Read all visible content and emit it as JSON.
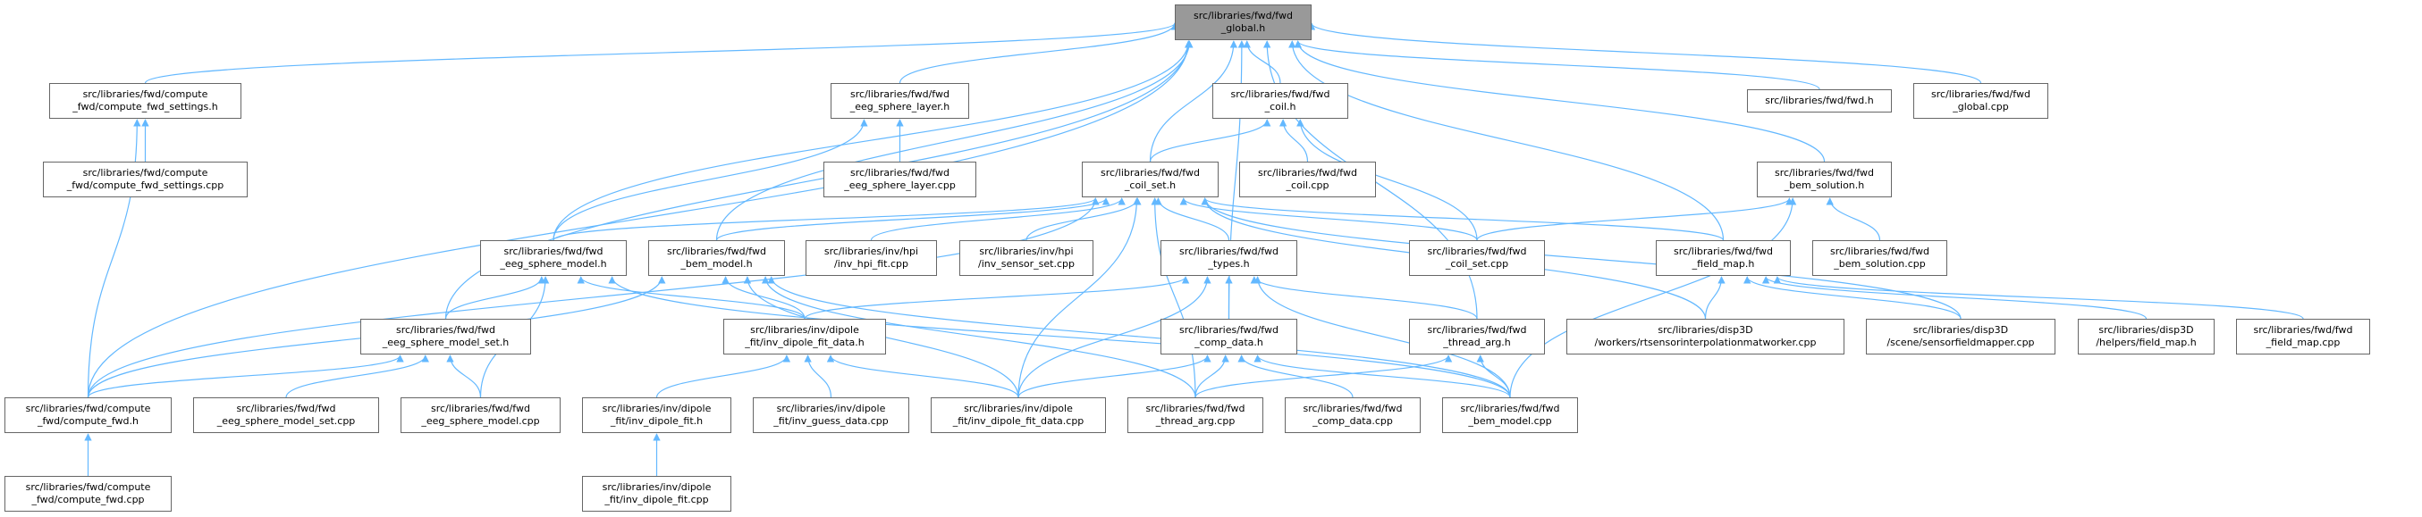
{
  "colors": {
    "edge": "#63b8ff",
    "root_fill": "#999999",
    "node_border": "#666666"
  },
  "nodes": {
    "global_h": "src/libraries/fwd/fwd\n_global.h",
    "settings_h": "src/libraries/fwd/compute\n_fwd/compute_fwd_settings.h",
    "settings_cpp": "src/libraries/fwd/compute\n_fwd/compute_fwd_settings.cpp",
    "layer_h": "src/libraries/fwd/fwd\n_eeg_sphere_layer.h",
    "layer_cpp": "src/libraries/fwd/fwd\n_eeg_sphere_layer.cpp",
    "coil_h": "src/libraries/fwd/fwd\n_coil.h",
    "coil_set_h": "src/libraries/fwd/fwd\n_coil_set.h",
    "coil_cpp": "src/libraries/fwd/fwd\n_coil.cpp",
    "fwd_h": "src/libraries/fwd/fwd.h",
    "global_cpp": "src/libraries/fwd/fwd\n_global.cpp",
    "bem_solution_h": "src/libraries/fwd/fwd\n_bem_solution.h",
    "field_map_h": "src/libraries/fwd/fwd\n_field_map.h",
    "bem_solution_cpp": "src/libraries/fwd/fwd\n_bem_solution.cpp",
    "sphere_model_h": "src/libraries/fwd/fwd\n_eeg_sphere_model.h",
    "bem_model_h": "src/libraries/fwd/fwd\n_bem_model.h",
    "hpi_fit_cpp": "src/libraries/inv/hpi\n/inv_hpi_fit.cpp",
    "sensor_set_cpp": "src/libraries/inv/hpi\n/inv_sensor_set.cpp",
    "types_h": "src/libraries/fwd/fwd\n_types.h",
    "coil_set_cpp": "src/libraries/fwd/fwd\n_coil_set.cpp",
    "model_set_h": "src/libraries/fwd/fwd\n_eeg_sphere_model_set.h",
    "fit_data_h": "src/libraries/inv/dipole\n_fit/inv_dipole_fit_data.h",
    "comp_data_h": "src/libraries/fwd/fwd\n_comp_data.h",
    "thread_arg_h": "src/libraries/fwd/fwd\n_thread_arg.h",
    "rtsensor_cpp": "src/libraries/disp3D\n/workers/rtsensorinterpolationmatworker.cpp",
    "mapper_cpp": "src/libraries/disp3D\n/scene/sensorfieldmapper.cpp",
    "helpers_field_map_h": "src/libraries/disp3D\n/helpers/field_map.h",
    "field_map_cpp": "src/libraries/fwd/fwd\n_field_map.cpp",
    "compute_fwd_h": "src/libraries/fwd/compute\n_fwd/compute_fwd.h",
    "model_set_cpp": "src/libraries/fwd/fwd\n_eeg_sphere_model_set.cpp",
    "sphere_model_cpp": "src/libraries/fwd/fwd\n_eeg_sphere_model.cpp",
    "dipole_fit_h": "src/libraries/inv/dipole\n_fit/inv_dipole_fit.h",
    "guess_data_cpp": "src/libraries/inv/dipole\n_fit/inv_guess_data.cpp",
    "fit_data_cpp": "src/libraries/inv/dipole\n_fit/inv_dipole_fit_data.cpp",
    "thread_arg_cpp": "src/libraries/fwd/fwd\n_thread_arg.cpp",
    "comp_data_cpp": "src/libraries/fwd/fwd\n_comp_data.cpp",
    "bem_model_cpp": "src/libraries/fwd/fwd\n_bem_model.cpp",
    "compute_fwd_cpp": "src/libraries/fwd/compute\n_fwd/compute_fwd.cpp",
    "dipole_fit_cpp": "src/libraries/inv/dipole\n_fit/inv_dipole_fit.cpp"
  },
  "edges": [
    [
      "settings_h",
      "global_h"
    ],
    [
      "settings_cpp",
      "settings_h"
    ],
    [
      "compute_fwd_h",
      "settings_h"
    ],
    [
      "compute_fwd_h",
      "global_h"
    ],
    [
      "compute_fwd_h",
      "model_set_h"
    ],
    [
      "compute_fwd_h",
      "bem_model_h"
    ],
    [
      "compute_fwd_h",
      "coil_set_h"
    ],
    [
      "compute_fwd_cpp",
      "compute_fwd_h"
    ],
    [
      "layer_h",
      "global_h"
    ],
    [
      "layer_cpp",
      "layer_h"
    ],
    [
      "sphere_model_h",
      "layer_h"
    ],
    [
      "sphere_model_h",
      "global_h"
    ],
    [
      "sphere_model_h",
      "coil_set_h"
    ],
    [
      "bem_model_h",
      "global_h"
    ],
    [
      "bem_model_h",
      "coil_set_h"
    ],
    [
      "coil_h",
      "global_h"
    ],
    [
      "coil_set_h",
      "global_h"
    ],
    [
      "coil_set_h",
      "coil_h"
    ],
    [
      "coil_cpp",
      "coil_h"
    ],
    [
      "coil_set_cpp",
      "coil_h"
    ],
    [
      "coil_set_cpp",
      "coil_set_h"
    ],
    [
      "coil_set_cpp",
      "bem_solution_h"
    ],
    [
      "fwd_h",
      "global_h"
    ],
    [
      "global_cpp",
      "global_h"
    ],
    [
      "bem_solution_h",
      "global_h"
    ],
    [
      "bem_solution_cpp",
      "bem_solution_h"
    ],
    [
      "bem_model_cpp",
      "bem_solution_h"
    ],
    [
      "field_map_h",
      "global_h"
    ],
    [
      "field_map_h",
      "coil_set_h"
    ],
    [
      "hpi_fit_cpp",
      "coil_set_h"
    ],
    [
      "sensor_set_cpp",
      "coil_set_h"
    ],
    [
      "types_h",
      "coil_set_h"
    ],
    [
      "comp_data_h",
      "global_h"
    ],
    [
      "comp_data_h",
      "types_h"
    ],
    [
      "thread_arg_h",
      "global_h"
    ],
    [
      "thread_arg_h",
      "types_h"
    ],
    [
      "rtsensor_cpp",
      "field_map_h"
    ],
    [
      "rtsensor_cpp",
      "coil_set_h"
    ],
    [
      "mapper_cpp",
      "field_map_h"
    ],
    [
      "mapper_cpp",
      "coil_set_h"
    ],
    [
      "helpers_field_map_h",
      "field_map_h"
    ],
    [
      "field_map_cpp",
      "field_map_h"
    ],
    [
      "model_set_h",
      "sphere_model_h"
    ],
    [
      "model_set_h",
      "global_h"
    ],
    [
      "model_set_cpp",
      "model_set_h"
    ],
    [
      "sphere_model_cpp",
      "model_set_h"
    ],
    [
      "sphere_model_cpp",
      "sphere_model_h"
    ],
    [
      "fit_data_h",
      "sphere_model_h"
    ],
    [
      "fit_data_h",
      "bem_model_h"
    ],
    [
      "fit_data_h",
      "types_h"
    ],
    [
      "dipole_fit_h",
      "fit_data_h"
    ],
    [
      "dipole_fit_cpp",
      "dipole_fit_h"
    ],
    [
      "guess_data_cpp",
      "fit_data_h"
    ],
    [
      "fit_data_cpp",
      "fit_data_h"
    ],
    [
      "fit_data_cpp",
      "types_h"
    ],
    [
      "fit_data_cpp",
      "comp_data_h"
    ],
    [
      "fit_data_cpp",
      "bem_model_h"
    ],
    [
      "fit_data_cpp",
      "coil_set_h"
    ],
    [
      "thread_arg_cpp",
      "thread_arg_h"
    ],
    [
      "thread_arg_cpp",
      "comp_data_h"
    ],
    [
      "thread_arg_cpp",
      "coil_set_h"
    ],
    [
      "thread_arg_cpp",
      "bem_model_h"
    ],
    [
      "comp_data_cpp",
      "comp_data_h"
    ],
    [
      "bem_model_cpp",
      "comp_data_h"
    ],
    [
      "bem_model_cpp",
      "thread_arg_h"
    ],
    [
      "bem_model_cpp",
      "bem_model_h"
    ],
    [
      "bem_model_cpp",
      "sphere_model_h"
    ],
    [
      "bem_model_cpp",
      "types_h"
    ]
  ]
}
